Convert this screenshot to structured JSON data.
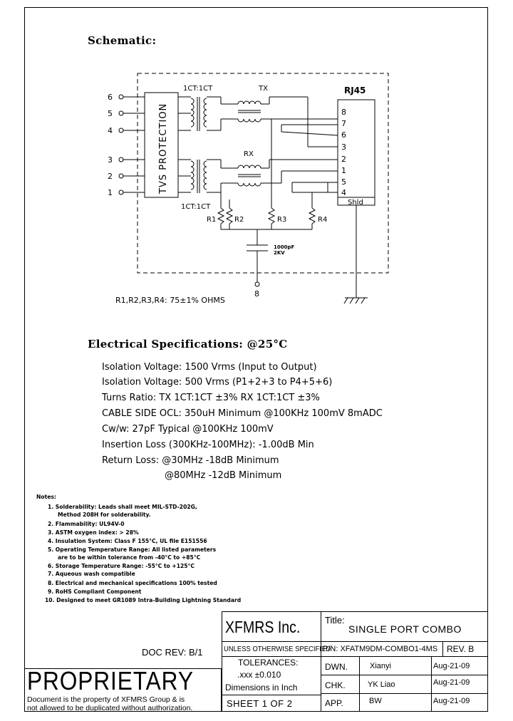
{
  "schematic": {
    "heading": "Schematic:",
    "tvs_label": "TVS PROTECTION",
    "ct_top": "1CT:1CT",
    "ct_bottom": "1CT:1CT",
    "tx_label": "TX",
    "rx_label": "RX",
    "rj45_label": "RJ45",
    "shield_label": "Shld",
    "cap_value": "1000pF",
    "cap_voltage": "2KV",
    "ground_pin": "8",
    "left_pins": [
      "6",
      "5",
      "4",
      "3",
      "2",
      "1"
    ],
    "rj45_pins": [
      "8",
      "7",
      "6",
      "3",
      "2",
      "1",
      "5",
      "4"
    ],
    "resistors": [
      "R1",
      "R2",
      "R3",
      "R4"
    ],
    "resistor_note": "R1,R2,R3,R4: 75±1% OHMS"
  },
  "electrical": {
    "heading": "Electrical Specifications: @25°C",
    "lines": [
      "Isolation Voltage:  1500 Vrms (Input to Output)",
      "Isolation Voltage:  500 Vrms (P1+2+3 to P4+5+6)",
      "Turns Ratio: TX 1CT:1CT ±3% RX 1CT:1CT ±3%",
      "CABLE SIDE OCL: 350uH Minimum @100KHz 100mV 8mADC",
      "Cw/w: 27pF Typical @100KHz 100mV",
      "Insertion Loss (300KHz-100MHz): -1.00dB Min",
      "Return Loss: @30MHz  -18dB Minimum",
      "@80MHz  -12dB Minimum"
    ]
  },
  "notes": {
    "title": "Notes:",
    "items": [
      "1. Solderability: Leads shall meet MIL-STD-202G,",
      "Method 208H for solderability.",
      "2. Flammability: UL94V-0",
      "3. ASTM oxygen index: > 28%",
      "4. Insulation System: Class F 155°C, UL file E151556",
      "5. Operating Temperature Range: All listed parameters",
      "are to be within tolerance from -40°C to +85°C",
      "6. Storage Temperature Range: -55°C to +125°C",
      "7. Aqueous wash compatible",
      "8. Electrical and mechanical specifications 100% tested",
      "9. RoHS Compliant Component",
      "10. Designed to meet GR1089 Intra-Building Lightning Standard"
    ]
  },
  "title_block": {
    "doc_rev": "DOC REV:  B/1",
    "proprietary": "PROPRIETARY",
    "proprietary_line1": "Document is the property of XFMRS Group & is",
    "proprietary_line2": "not allowed to be duplicated without authorization.",
    "company": "XFMRS Inc.",
    "title_label": "Title:",
    "title_value": "SINGLE PORT COMBO",
    "unless": "UNLESS OTHERWISE SPECIFIED",
    "pn": "P/N: XFATM9DM-COMBO1-4MS",
    "rev": "REV. B",
    "tolerances": "TOLERANCES:",
    "tol_value": ".xxx  ±0.010",
    "dimensions": "Dimensions in Inch",
    "sheet": "SHEET  1  OF  2",
    "dwn_label": "DWN.",
    "dwn_name": "Xianyi",
    "dwn_date": "Aug-21-09",
    "chk_label": "CHK.",
    "chk_name": "YK Liao",
    "chk_date": "Aug-21-09",
    "app_label": "APP.",
    "app_name": "BW",
    "app_date": "Aug-21-09"
  }
}
